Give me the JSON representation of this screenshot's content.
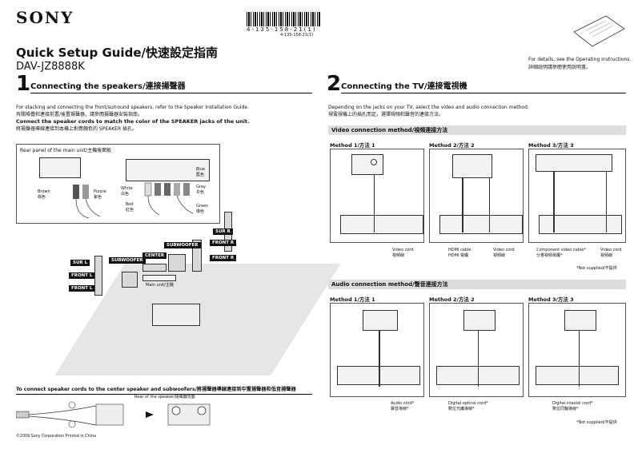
{
  "brand": "SONY",
  "barcode_number": "4-135-158-21(1)",
  "part_number": "4-135-158-21(1)",
  "title": "Quick Setup Guide/快速設定指南",
  "model": "DAV-JZ8888K",
  "details_note": [
    "For details, see the Operating Instructions.",
    "詳細說明請參閱使用說明書。"
  ],
  "section1": {
    "number": "1",
    "title": "Connecting the speakers/連接揚聲器",
    "intro": [
      "For stacking and connecting the front/surround speakers, refer to the Speaker Installation Guide.",
      "有關堆疊和連接前置/後置揚聲器，請參閱揚聲器安裝指南。"
    ],
    "instruction": [
      "Connect the speaker cords to match the color of the SPEAKER jacks of the unit.",
      "將揚聲器導線連接到本機上對應顏色的 SPEAKER 插孔。"
    ],
    "panel_label": "Rear panel of the main unit/主機後面板",
    "colors": {
      "brown": [
        "Brown",
        "棕色"
      ],
      "purple": [
        "Purple",
        "紫色"
      ],
      "white": [
        "White",
        "白色"
      ],
      "red": [
        "Red",
        "紅色"
      ],
      "blue": [
        "Blue",
        "藍色"
      ],
      "gray": [
        "Gray",
        "灰色"
      ],
      "green": [
        "Green",
        "綠色"
      ]
    },
    "speakers": {
      "sur_r": "SUR R",
      "front_r_top": "FRONT R",
      "front_r": "FRONT R",
      "subwoofer_top": "SUBWOOFER",
      "center": "CENTER",
      "subwoofer": "SUBWOOFER",
      "sur_l": "SUR L",
      "front_l_top": "FRONT L",
      "front_l": "FRONT L"
    },
    "main_unit": "Main unit/主機",
    "center_heading": "To connect speaker cords to the center speaker and subwoofers/將揚聲器導線連接到中置揚聲器和低音揚聲器",
    "rear_speaker_label": "Rear of the speaker/揚聲器背面",
    "copyright": "©2009 Sony Corporation   Printed in China"
  },
  "section2": {
    "number": "2",
    "title": "Connecting the TV/連接電視機",
    "intro": [
      "Depending on the jacks on your TV, select the video and audio connection method.",
      "視電視機上的插孔而定，選擇視頻和聲音的連接方法。"
    ],
    "video_bar": "Video connection method/視頻連接方法",
    "audio_bar": "Audio connection method/聲音連接方法",
    "video_methods": [
      {
        "label": "Method 1/方法  1",
        "cords": [
          [
            "Video cord",
            "視頻線"
          ]
        ]
      },
      {
        "label": "Method 2/方法  2",
        "cords": [
          [
            "HDMI cable",
            "HDMI 電纜"
          ],
          [
            "Video cord",
            "視頻線"
          ]
        ]
      },
      {
        "label": "Method 3/方法  3",
        "cords": [
          [
            "Component video cable*",
            "分量視頻電纜*"
          ],
          [
            "Video cord",
            "視頻線"
          ]
        ]
      }
    ],
    "audio_methods": [
      {
        "label": "Method 1/方法  1",
        "cords": [
          [
            "Audio cord*",
            "聲音導線*"
          ]
        ]
      },
      {
        "label": "Method 2/方法  2",
        "cords": [
          [
            "Digital optical cord*",
            "數位光纖導線*"
          ]
        ]
      },
      {
        "label": "Method 3/方法  3",
        "cords": [
          [
            "Digital coaxial cord*",
            "數位同軸導線*"
          ]
        ]
      }
    ],
    "not_supplied": "*Not supplied/不提供"
  }
}
